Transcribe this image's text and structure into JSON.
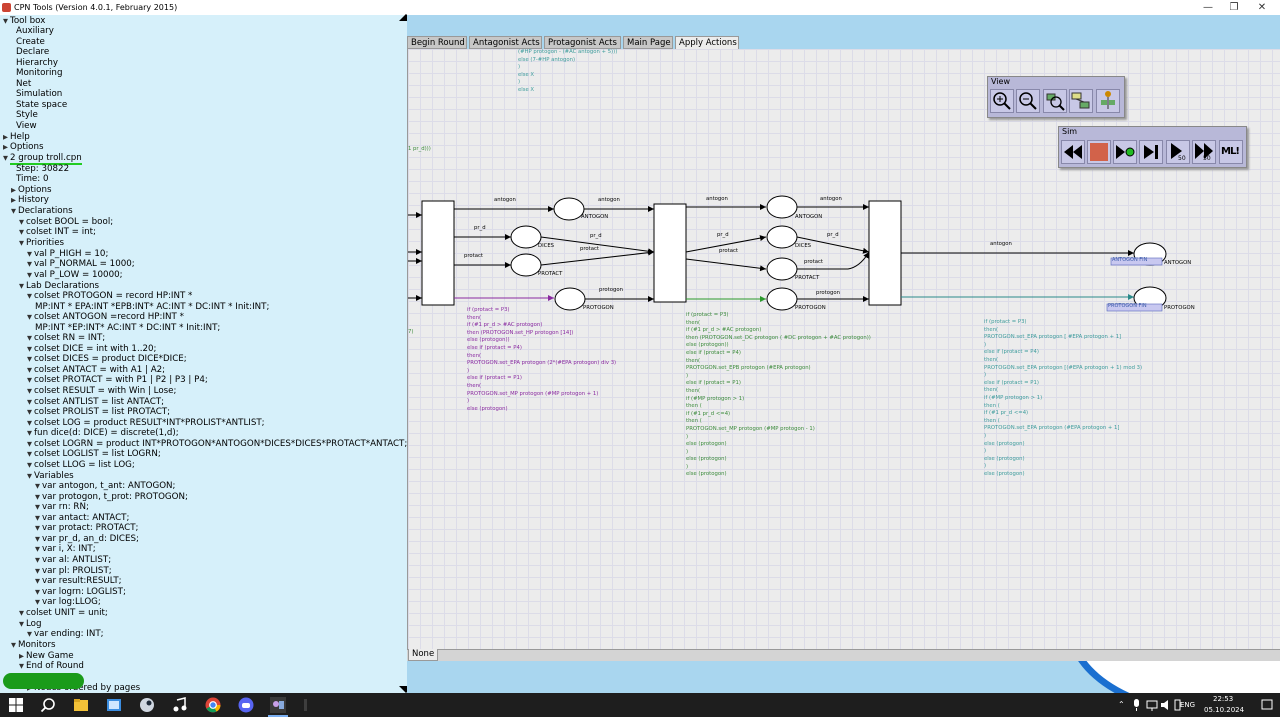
{
  "window": {
    "title": "CPN Tools (Version 4.0.1, February 2015)",
    "minimize": "—",
    "restore": "❐",
    "close": "✕"
  },
  "index": {
    "items": [
      {
        "label": "Tool box",
        "arrow": "▼"
      },
      {
        "label": "Auxiliary"
      },
      {
        "label": "Create"
      },
      {
        "label": "Declare"
      },
      {
        "label": "Hierarchy"
      },
      {
        "label": "Monitoring"
      },
      {
        "label": "Net"
      },
      {
        "label": "Simulation"
      },
      {
        "label": "State space"
      },
      {
        "label": "Style"
      },
      {
        "label": "View"
      },
      {
        "label": "Help",
        "arrow": "▶"
      },
      {
        "label": "Options",
        "arrow": "▶"
      },
      {
        "label": "2 group troll.cpn",
        "arrow": "▼"
      },
      {
        "label": "Step: 30822"
      },
      {
        "label": "Time: 0"
      },
      {
        "label": "Options",
        "arrow": "▶"
      },
      {
        "label": "History",
        "arrow": "▶"
      },
      {
        "label": "Declarations",
        "arrow": "▼"
      },
      {
        "label": "colset BOOL = bool;",
        "arrow": "▼"
      },
      {
        "label": "colset INT = int;",
        "arrow": "▼"
      },
      {
        "label": "Priorities",
        "arrow": "▼"
      },
      {
        "label": "val P_HIGH = 10;",
        "arrow": "▼"
      },
      {
        "label": "val P_NORMAL = 1000;",
        "arrow": "▼"
      },
      {
        "label": "val P_LOW = 10000;",
        "arrow": "▼"
      },
      {
        "label": "Lab Declarations",
        "arrow": "▼"
      },
      {
        "label": "colset PROTOGON = record HP:INT *",
        "arrow": "▼"
      },
      {
        "label": "MP:INT * EPA:INT *EPB:INT* AC:INT * DC:INT * Init:INT;"
      },
      {
        "label": "colset ANTOGON =record HP:INT *",
        "arrow": "▼"
      },
      {
        "label": "MP:INT *EP:INT* AC:INT * DC:INT * Init:INT;"
      },
      {
        "label": "colset RN = INT;",
        "arrow": "▼"
      },
      {
        "label": "colset DICE = int with 1..20;",
        "arrow": "▼"
      },
      {
        "label": "colset DICES = product DICE*DICE;",
        "arrow": "▼"
      },
      {
        "label": "colset ANTACT = with A1 | A2;",
        "arrow": "▼"
      },
      {
        "label": "colset PROTACT = with P1 | P2 | P3 | P4;",
        "arrow": "▼"
      },
      {
        "label": "colset RESULT = with Win | Lose;",
        "arrow": "▼"
      },
      {
        "label": "colset ANTLIST = list ANTACT;",
        "arrow": "▼"
      },
      {
        "label": "colset PROLIST = list PROTACT;",
        "arrow": "▼"
      },
      {
        "label": "colset LOG = product RESULT*INT*PROLIST*ANTLIST;",
        "arrow": "▼"
      },
      {
        "label": "fun dice(d: DICE) = discrete(1,d);",
        "arrow": "▼"
      },
      {
        "label": "colset LOGRN = product INT*PROTOGON*ANTOGON*DICES*DICES*PROTACT*ANTACT;",
        "arrow": "▼"
      },
      {
        "label": "colset LOGLIST = list LOGRN;",
        "arrow": "▼"
      },
      {
        "label": "colset LLOG = list LOG;",
        "arrow": "▼"
      },
      {
        "label": "Variables",
        "arrow": "▼"
      },
      {
        "label": "var antogon, t_ant: ANTOGON;",
        "arrow": "▼"
      },
      {
        "label": "var protogon, t_prot: PROTOGON;",
        "arrow": "▼"
      },
      {
        "label": "var rn: RN;",
        "arrow": "▼"
      },
      {
        "label": "var antact: ANTACT;",
        "arrow": "▼"
      },
      {
        "label": "var protact: PROTACT;",
        "arrow": "▼"
      },
      {
        "label": "var pr_d, an_d: DICES;",
        "arrow": "▼"
      },
      {
        "label": "var i, X: INT;",
        "arrow": "▼"
      },
      {
        "label": "var al: ANTLIST;",
        "arrow": "▼"
      },
      {
        "label": "var pl: PROLIST;",
        "arrow": "▼"
      },
      {
        "label": "var result:RESULT;",
        "arrow": "▼"
      },
      {
        "label": "var logrn: LOGLIST;",
        "arrow": "▼"
      },
      {
        "label": "var log:LLOG;",
        "arrow": "▼"
      },
      {
        "label": "colset UNIT = unit;",
        "arrow": "▼"
      },
      {
        "label": "Log",
        "arrow": "▼"
      },
      {
        "label": "var ending: INT;",
        "arrow": "▼"
      },
      {
        "label": "Monitors",
        "arrow": "▼"
      },
      {
        "label": "New Game",
        "arrow": "▶"
      },
      {
        "label": "End of Round",
        "arrow": "▼"
      },
      {
        "label": "Nodes ordered by pages",
        "arrow": "▶"
      }
    ]
  },
  "tabs": [
    "Begin Round",
    "Antagonist Acts",
    "Protagonist Acts",
    "Main Page",
    "Apply Actions"
  ],
  "active_tab": "Apply Actions",
  "status_tab": "None",
  "palettes": {
    "view": {
      "title": "View",
      "tools": [
        "zoom-in-icon",
        "zoom-out-icon",
        "fit-icon",
        "group-icon",
        "tree-icon"
      ]
    },
    "sim": {
      "title": "Sim",
      "tools": [
        "rewind-icon",
        "stop-icon",
        "play-icon",
        "step-icon",
        "play50-icon",
        "fast-forward-icon",
        "ml-icon"
      ],
      "play50_label": "50",
      "ff_label": "50",
      "ml_label": "ML!"
    }
  },
  "net": {
    "arc_labels": {
      "antogon": "antogon",
      "pr_d": "pr_d",
      "protact": "protact",
      "protogon": "protogon"
    },
    "place_names": {
      "antogon": "ANTOGON",
      "dices": "DICES",
      "protact": "PROTACT",
      "protogon": "PROTOGON"
    },
    "fusion_antogon": "ANTOGON FIN",
    "fusion_protogon": "PROTOGON FIN",
    "top_code": "(#HP protogon - (#AC antogon + 5)))\nelse (7-#HP antogon)\n)\nelse X\n)\nelse X",
    "left_code_1": "1 pr_d)))",
    "left_code_2": "7)",
    "code_1": "if (protact = P3)\nthen(\nif (#1 pr_d > #AC protogon)\nthen (PROTOGON.set_HP protogon [14])\nelse (protogon))\nelse if (protact = P4)\nthen(\nPROTOGON.set_EPA protogon (2*(#EPA protogon) div 3)\n)\nelse if (protact = P1)\nthen(\nPROTOGON.set_MP protogon (#MP protogon + 1)\n)\nelse (protogon)",
    "code_2": "if (protact = P3)\nthen(\nif (#1 pr_d > #AC protogon)\nthen (PROTOGON.set_DC protogon ( #DC protogon + #AC protogon))\nelse (protogon))\nelse if (protact = P4)\nthen(\nPROTOGON.set_EPB protogon (#EPA protogon)\n)\nelse if (protact = P1)\nthen(\nif (#MP protogon > 1)\nthen (\nif (#1 pr_d <=4)\nthen (\nPROTOGON.set_MP protogon (#MP protogon - 1)\n)\nelse (protogon)\n)\nelse (protogon)\n)\nelse (protogon)",
    "code_3": "if (protact = P3)\nthen(\nPROTOGON.set_EPA protogon [ #EPA protogon + 1]\n)\nelse if (protact = P4)\nthen(\nPROTOGON.set_EPA protogon [(#EPA protogon + 1) mod 3)\n)\nelse if (protact = P1)\nthen(\nif (#MP protogon > 1)\nthen (\nif (#1 pr_d <=4)\nthen (\nPROTOGON.set_EPA protogon (#EPA protogon + 1]\n)\nelse (protogon)\n)\nelse (protogon)\n)\nelse (protogon)"
  },
  "taskbar": {
    "lang": "ENG",
    "time": "22:53",
    "date": "05.10.2024"
  }
}
